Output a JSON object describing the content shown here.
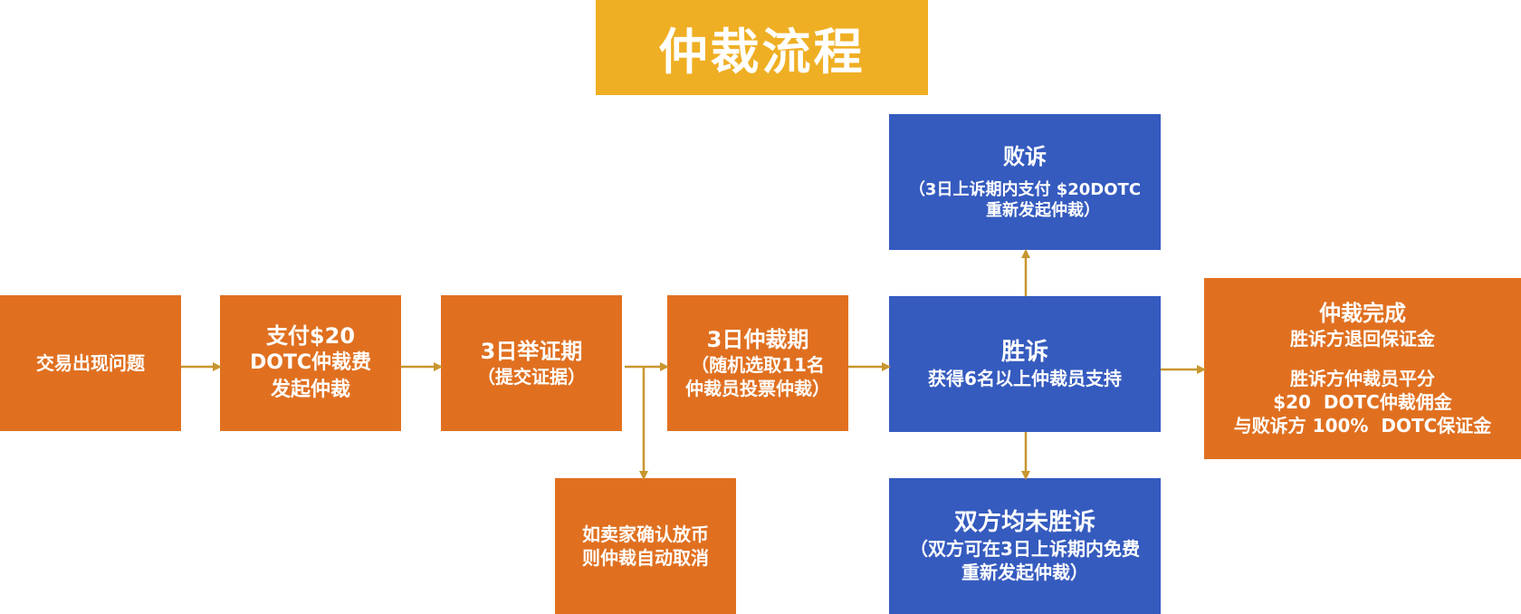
{
  "title": "仲裁流程",
  "nodes": {
    "problem": "交易出现问题",
    "pay": [
      "支付$20",
      "DOTC仲裁费",
      "发起仲裁"
    ],
    "evidence": [
      "3日举证期",
      "（提交证据）"
    ],
    "arbitration": [
      "3日仲裁期",
      "（随机选取11名",
      "仲裁员投票仲裁）"
    ],
    "cancel": [
      "如卖家确认放币",
      "则仲裁自动取消"
    ],
    "win": [
      "胜诉",
      "获得6名以上仲裁员支持"
    ],
    "lose": [
      "败诉",
      "（3日上诉期内支付 $20DOTC",
      "重新发起仲裁）"
    ],
    "neither": [
      "双方均未胜诉",
      "（双方可在3日上诉期内免费",
      "重新发起仲裁）"
    ],
    "complete": [
      "仲裁完成",
      "胜诉方退回保证金",
      "胜诉方仲裁员平分",
      "$20  DOTC仲裁佣金",
      "与败诉方 100%  DOTC保证金"
    ]
  },
  "colors": {
    "orange": "#e07020",
    "blue": "#355bbf",
    "title": "#efaf24",
    "arrow": "#c8962e"
  }
}
